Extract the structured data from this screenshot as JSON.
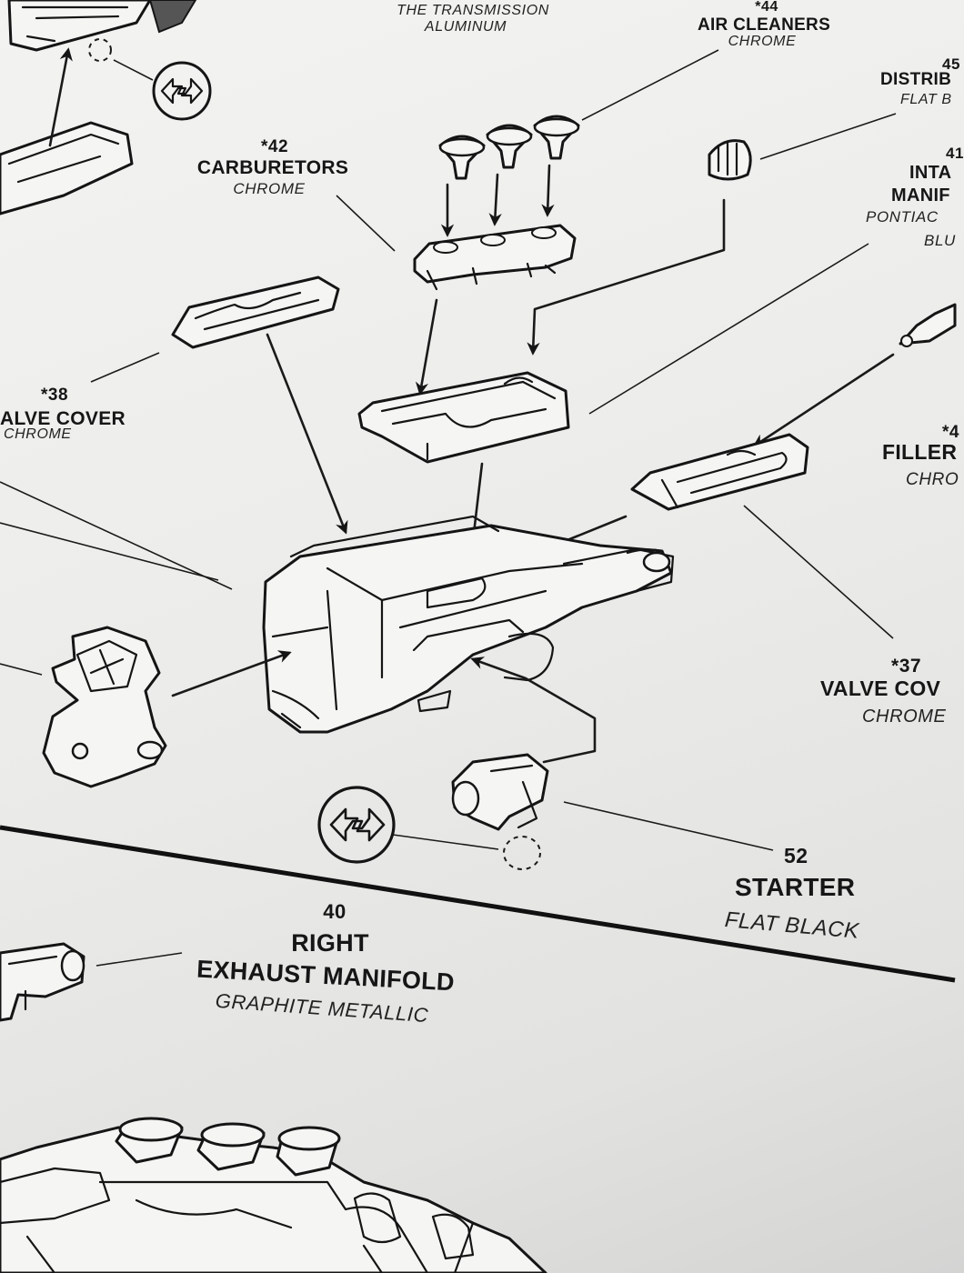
{
  "labels": {
    "trans_partial": "THE TRANSMISSION",
    "trans_color": "ALUMINUM",
    "air_number": "44",
    "air_name": "AIR CLEANERS",
    "air_color": "CHROME",
    "dist_number": "45",
    "dist_name": "DISTRIB",
    "dist_color": "FLAT B",
    "intake_number": "41",
    "intake_name1": "INTA",
    "intake_name2": "MANIF",
    "intake_color1": "PONTIAC",
    "intake_color2": "BLU",
    "carb_number": "42",
    "carb_name": "CARBURETORS",
    "carb_color": "CHROME",
    "valve38_number": "38",
    "valve38_name": "ALVE COVER",
    "valve38_color": "CHROME",
    "filler_number": "4",
    "filler_name": "FILLER",
    "filler_color": "CHRO",
    "valve37_number": "37",
    "valve37_name": "VALVE COV",
    "valve37_color": "CHROME",
    "starter_number": "52",
    "starter_name": "STARTER",
    "starter_color": "FLAT BLACK",
    "exhaust_number": "40",
    "exhaust_name1": "RIGHT",
    "exhaust_name2": "EXHAUST MANIFOLD",
    "exhaust_color": "GRAPHITE METALLIC",
    "star": "*"
  },
  "icons": [
    "glue-icon",
    "glue-icon"
  ]
}
